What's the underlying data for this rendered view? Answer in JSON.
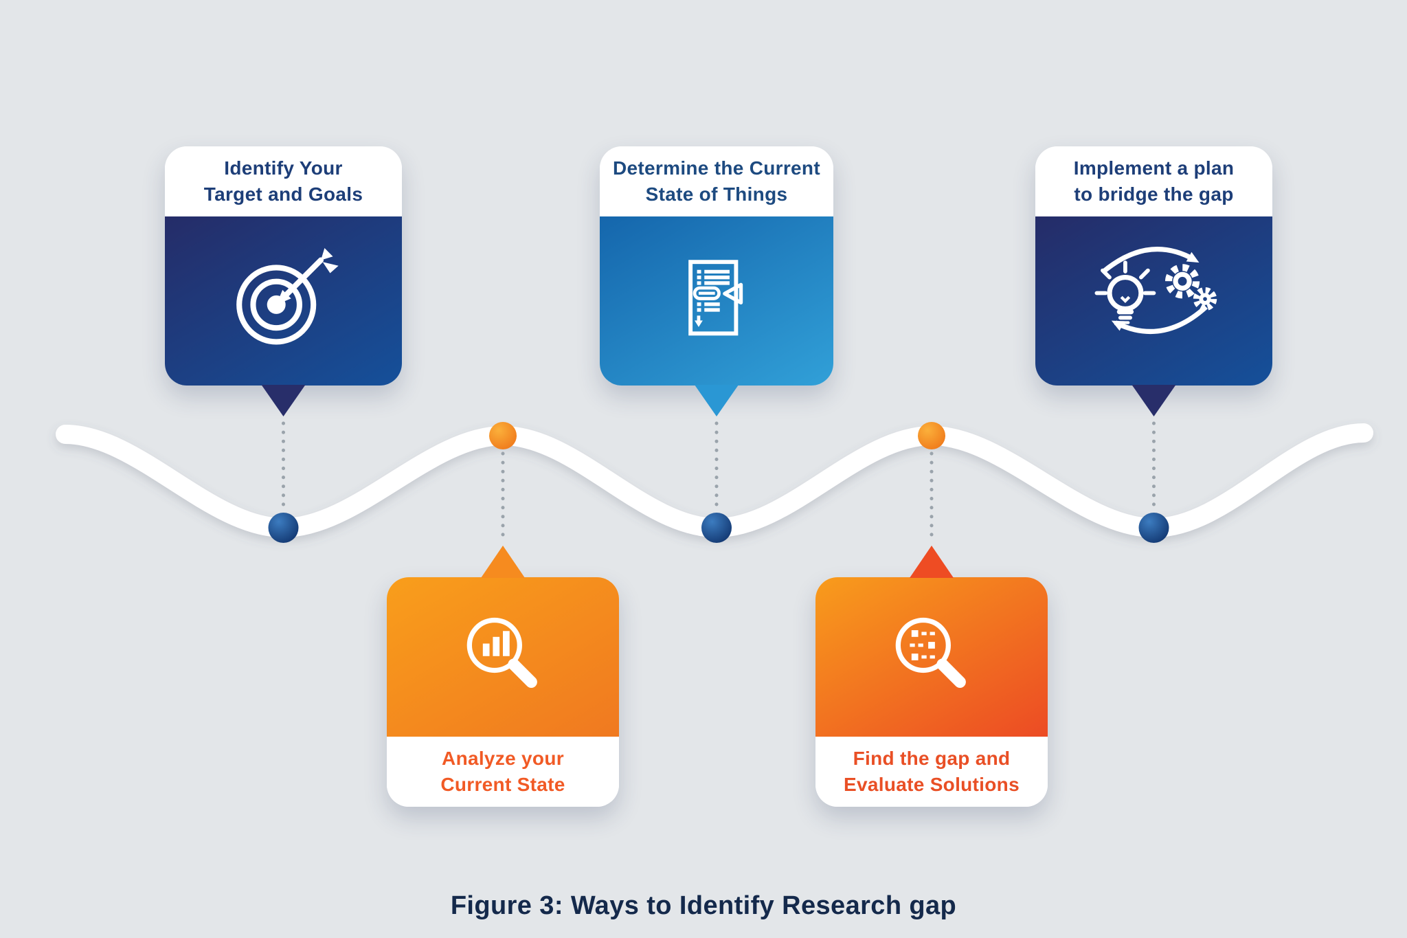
{
  "figure": {
    "caption": "Figure 3: Ways to Identify Research gap"
  },
  "steps": [
    {
      "title": "Identify Your\nTarget and Goals",
      "title_color": "#1d3e78",
      "icon": "target-arrow-icon",
      "position": "top",
      "card_gradient": [
        "#252c68",
        "#15509a"
      ],
      "pointer_color": "#282e6a"
    },
    {
      "title": "Analyze your\nCurrent State",
      "title_color": "#f15a25",
      "icon": "magnifier-bar-chart-icon",
      "position": "bottom",
      "card_gradient": [
        "#f99e1b",
        "#f07920"
      ],
      "pointer_color": "#f68b1f"
    },
    {
      "title": "Determine the Current\nState of Things",
      "title_color": "#1d4a80",
      "icon": "document-review-icon",
      "position": "top",
      "card_gradient": [
        "#1566ac",
        "#31a0d8"
      ],
      "pointer_color": "#2a97d4"
    },
    {
      "title": "Find the gap and\nEvaluate Solutions",
      "title_color": "#e94f25",
      "icon": "magnifier-flowchart-icon",
      "position": "bottom",
      "card_gradient": [
        "#f89c1c",
        "#ec4b24"
      ],
      "pointer_color": "#ee4c23"
    },
    {
      "title": "Implement a plan\nto bridge the gap",
      "title_color": "#1d3e78",
      "icon": "bulb-gears-cycle-icon",
      "position": "top",
      "card_gradient": [
        "#252c68",
        "#15509a"
      ],
      "pointer_color": "#282e6a"
    }
  ],
  "timeline": {
    "wave_color": "#ffffff",
    "crest_dot_color": "#f7941d",
    "trough_dot_color": "#1c4f93",
    "connector_dot_color": "#9aa3ab"
  },
  "background_color": "#e3e6e9"
}
